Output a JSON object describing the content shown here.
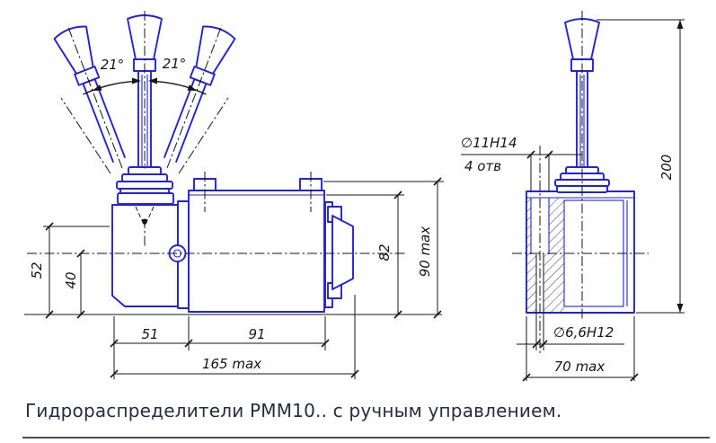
{
  "meta": {
    "caption": "Гидрораспределители РММ10.. с ручным управлением."
  },
  "colors": {
    "part": "#2323d0",
    "dim": "#161616",
    "caption": "#272c3e",
    "rule": "#4d4d4d",
    "hatch": "#3d3d60",
    "bg": "#ffffff"
  },
  "front_view": {
    "angle_labels": {
      "left": "21°",
      "right": "21°"
    },
    "dimensions": {
      "pivot_height": "52",
      "axis_height": "40",
      "lever_block_width": "51",
      "valve_body_width": "91",
      "total_length": "165 max",
      "body_height": "82",
      "total_height": "90 max"
    }
  },
  "side_view": {
    "labels": {
      "mount_hole_dia": "∅11Н14",
      "mount_hole_count": "4 отв",
      "small_hole_dia": "∅6,6Н12"
    },
    "dimensions": {
      "total_height": "200",
      "body_depth": "70 max"
    }
  }
}
